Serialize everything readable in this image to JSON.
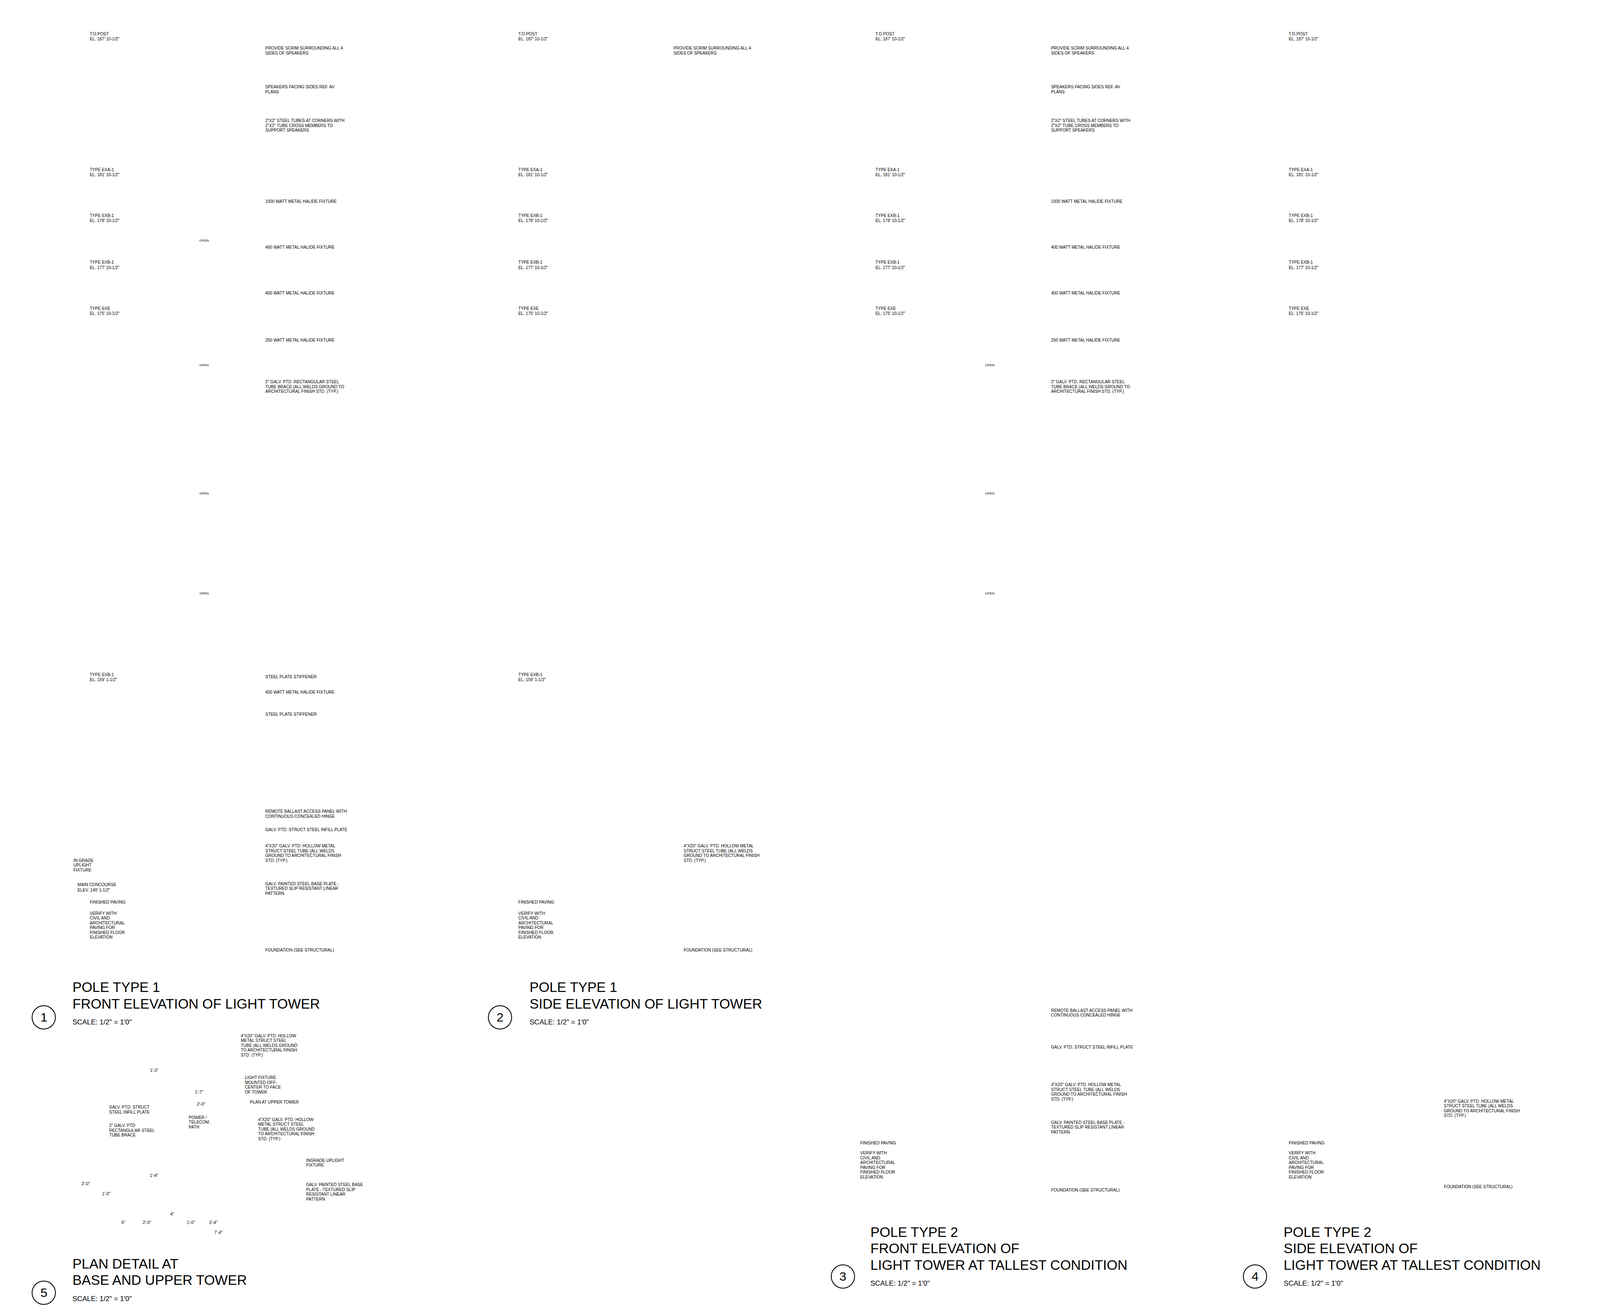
{
  "diagram": {
    "nodes": [
      {
        "text": [
          "1"
        ]
      },
      {
        "text": [
          "2"
        ]
      },
      {
        "text": [
          "3"
        ]
      },
      {
        "text": [
          "4"
        ]
      },
      {
        "text": [
          "5"
        ]
      }
    ],
    "labels": [
      "T.O.POST",
      "EL. 187' 10-1/2\"",
      "TYPE EXA-1",
      "EL. 181' 10-1/2\"",
      "TYPE EXB-1",
      "EL. 178' 10-1/2\"",
      "TYPE EXB-1",
      "EL. 177' 10-1/2\"",
      "TYPE EXE",
      "EL. 175' 10-1/2\"",
      "TYPE EXB-1",
      "EL. 159' 1-1/2\"",
      "MAIN CONCOURSE",
      "ELEV. 149' 1-1/2\"",
      "FINISHED PAVING",
      "VERIFY WITH CIVIL AND ARCHITECTURAL PAVING FOR FINISHED FLOOR ELEVATION",
      "IN GRADE UPLIGHT FIXTURE",
      "PROVIDE SCRIM SURROUNDING ALL 4 SIDES OF SPEAKERS",
      "SPEAKERS FACING SIDES REF. AV PLANS",
      "2\"X2\" STEEL TUBES AT CORNERS WITH 2\"X2\" TUBE CROSS MEMBERS TO SUPPORT SPEAKERS",
      "1000 WATT METAL HALIDE FIXTURE",
      "400 WATT METAL HALIDE FIXTURE",
      "400 WATT METAL HALIDE FIXTURE",
      "250 WATT METAL HALIDE FIXTURE",
      "2\" GALV. PTD. RECTANGULAR STEEL TUBE BRACE (ALL WELDS GROUND TO ARCHITECTURAL FINISH STD. (TYP.)",
      "STEEL PLATE STIFFENER",
      "400 WATT METAL HALIDE FIXTURE",
      "STEEL PLATE STIFFENER",
      "REMOTE BALLAST ACCESS PANEL WITH CONTINUOUS CONCEALED HINGE",
      "GALV. PTD. STRUCT STEEL INFILL PLATE",
      "4\"X20\" GALV. PTD. HOLLOW METAL STRUCT STEEL TUBE (ALL WELDS GROUND TO ARCHITECTURAL FINISH STD. (TYP.)",
      "GALV. PAINTED STEEL BASE PLATE - TEXTURED SLIP RESISTANT LINEAR PATTERN",
      "FOUNDATION (SEE STRUCTURAL)",
      "OPEN",
      "OPEN",
      "OPEN",
      "OPEN",
      "POLE TYPE 1",
      "FRONT ELEVATION OF LIGHT TOWER",
      "SCALE: 1/2\" = 1'0\"",
      "T.O.POST",
      "EL. 187' 10-1/2\"",
      "TYPE EXA-1",
      "EL. 181' 10-1/2\"",
      "TYPE EXB-1",
      "EL. 178' 10-1/2\"",
      "TYPE EXB-1",
      "EL. 177' 10-1/2\"",
      "TYPE EXE",
      "EL. 175' 10-1/2\"",
      "TYPE EXB-1",
      "EL. 159' 1-1/2\"",
      "PROVIDE SCRIM SURROUNDING ALL 4 SIDES OF SPEAKERS",
      "4\"X20\" GALV. PTD. HOLLOW METAL STRUCT STEEL TUBE (ALL WELDS GROUND TO ARCHITECTURAL FINISH STD. (TYP.)",
      "FINISHED PAVING",
      "VERIFY WITH CIVIL AND ARCHITECTURAL PAVING FOR FINISHED FLOOR ELEVATION",
      "FOUNDATION (SEE STRUCTURAL)",
      "POLE TYPE 1",
      "SIDE ELEVATION OF LIGHT TOWER",
      "SCALE: 1/2\" = 1'0\"",
      "T.O.POST",
      "EL. 187' 10-1/2\"",
      "TYPE EXA-1",
      "EL. 181' 10-1/2\"",
      "TYPE EXB-1",
      "EL. 178' 10-1/2\"",
      "TYPE EXB-1",
      "EL. 177' 10-1/2\"",
      "TYPE EXE",
      "EL. 175' 10-1/2\"",
      "PROVIDE SCRIM SURROUNDING ALL 4 SIDES OF SPEAKERS",
      "SPEAKERS FACING SIDES REF. AV PLANS",
      "2\"X2\" STEEL TUBES AT CORNERS WITH 2\"X2\" TUBE CROSS MEMBERS TO SUPPORT SPEAKERS",
      "1000 WATT METAL HALIDE FIXTURE",
      "400 WATT METAL HALIDE FIXTURE",
      "400 WATT METAL HALIDE FIXTURE",
      "250 WATT METAL HALIDE FIXTURE",
      "2\" GALV. PTD. RECTANGULAR STEEL TUBE BRACE (ALL WELDS GROUND TO ARCHITECTURAL FINISH STD. (TYP.)",
      "OPEN",
      "OPEN",
      "OPEN",
      "REMOTE BALLAST ACCESS PANEL WITH CONTINUOUS CONCEALED HINGE",
      "GALV. PTD. STRUCT STEEL INFILL PLATE",
      "4\"X20\" GALV. PTD. HOLLOW METAL STRUCT STEEL TUBE (ALL WELDS GROUND TO ARCHITECTURAL FINISH STD. (TYP.)",
      "GALV. PAINTED STEEL BASE PLATE - TEXTURED SLIP RESISTANT LINEAR PATTERN",
      "FOUNDATION (SEE STRUCTURAL)",
      "FINISHED PAVING",
      "VERIFY WITH CIVIL AND ARCHITECTURAL PAVING FOR FINISHED FLOOR ELEVATION",
      "POLE TYPE 2",
      "FRONT ELEVATION OF",
      "LIGHT TOWER AT TALLEST CONDITION",
      "SCALE: 1/2\" = 1'0\"",
      "T.O.POST",
      "EL. 187' 10-1/2\"",
      "TYPE EXA-1",
      "EL. 181' 10-1/2\"",
      "TYPE EXB-1",
      "EL. 178' 10-1/2\"",
      "TYPE EXB-1",
      "EL. 177' 10-1/2\"",
      "TYPE EXE",
      "EL. 175' 10-1/2\"",
      "4\"X20\" GALV. PTD. HOLLOW METAL STRUCT STEEL TUBE (ALL WELDS GROUND TO ARCHITECTURAL FINISH STD. (TYP.)",
      "FINISHED PAVING",
      "VERIFY WITH CIVIL AND ARCHITECTURAL PAVING FOR FINISHED FLOOR ELEVATION",
      "FOUNDATION (SEE STRUCTURAL)",
      "POLE TYPE 2",
      "SIDE ELEVATION OF",
      "LIGHT TOWER AT TALLEST CONDITION",
      "SCALE: 1/2\" = 1'0\"",
      "4\"X20\" GALV. PTD. HOLLOW METAL STRUCT STEEL TUBE (ALL WELDS GROUND TO ARCHITECTURAL FINISH STD. (TYP.)",
      "LIGHT FIXTURE MOUNTED OFF-CENTER TO FACE OF TOWER",
      "PLAN AT UPPER TOWER",
      "1'-3\"",
      "1'-7\"",
      "2'-0\"",
      "GALV. PTD. STRUCT STEEL INFILL PLATE",
      "2\" GALV. PTD RECTANGULAR STEEL TUBE BRACE",
      "POWER / TELECOM. PATH",
      "4\"X20\" GALV. PTD. HOLLOW METAL STRUCT STEEL TUBE (ALL WELDS GROUND TO ARCHITECTURAL FINISH STD. (TYP.)",
      "INGRADE UPLIGHT FIXTURE",
      "GALV. PAINTED STEEL BASE PLATE - TEXTURED SLIP RESISTANT LINEAR PATTERN",
      "2'-0\"",
      "1'-0\"",
      "1'-4\"",
      "6\"",
      "2'-0\"",
      "4\"",
      "1'-0\"",
      "2'-4\"",
      "7'-4\"",
      "PLAN DETAIL AT",
      "BASE AND UPPER TOWER",
      "SCALE: 1/2\" = 1'0\""
    ]
  }
}
